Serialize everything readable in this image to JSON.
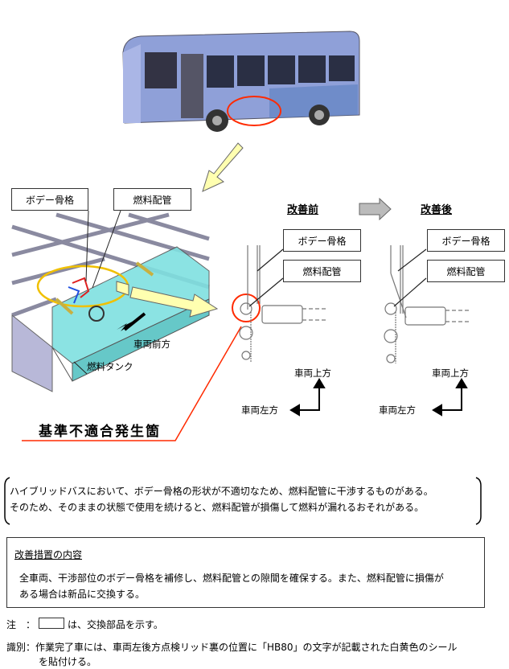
{
  "diagram": {
    "left_labels": {
      "body_frame": "ボデー骨格",
      "fuel_pipe": "燃料配管"
    },
    "vehicle_front": "車両前方",
    "fuel_tank": "燃料タンク",
    "defect_location": "基準不適合発生箇",
    "before": {
      "title": "改善前",
      "body_frame": "ボデー骨格",
      "fuel_pipe": "燃料配管",
      "up": "車両上方",
      "left": "車両左方"
    },
    "after": {
      "title": "改善後",
      "body_frame": "ボデー骨格",
      "fuel_pipe": "燃料配管",
      "up": "車両上方",
      "left": "車両左方"
    }
  },
  "description": {
    "line1": "ハイブリッドバスにおいて、ボデー骨格の形状が不適切なため、燃料配管に干渉するものがある。",
    "line2": "そのため、そのままの状態で使用を続けると、燃料配管が損傷して燃料が漏れるおそれがある。"
  },
  "measure": {
    "title": "改善措置の内容",
    "line1": "全車両、干渉部位のボデー骨格を補修し、燃料配管との隙間を確保する。また、燃料配管に損傷が",
    "line2": "ある場合は新品に交換する。"
  },
  "notes": {
    "note_label": "注　：",
    "note_text": "は、交換部品を示す。",
    "id_label": "識別：",
    "id_line1": "作業完了車には、車両左後方点検リッド裏の位置に「HB80」の文字が記載された白黄色のシール",
    "id_line2": "を貼付ける。"
  },
  "colors": {
    "red": "#ff2a00",
    "yellow_arrow": "#ffffb0",
    "tank": "#7fe0e0",
    "bus": "#8fa0d8"
  }
}
